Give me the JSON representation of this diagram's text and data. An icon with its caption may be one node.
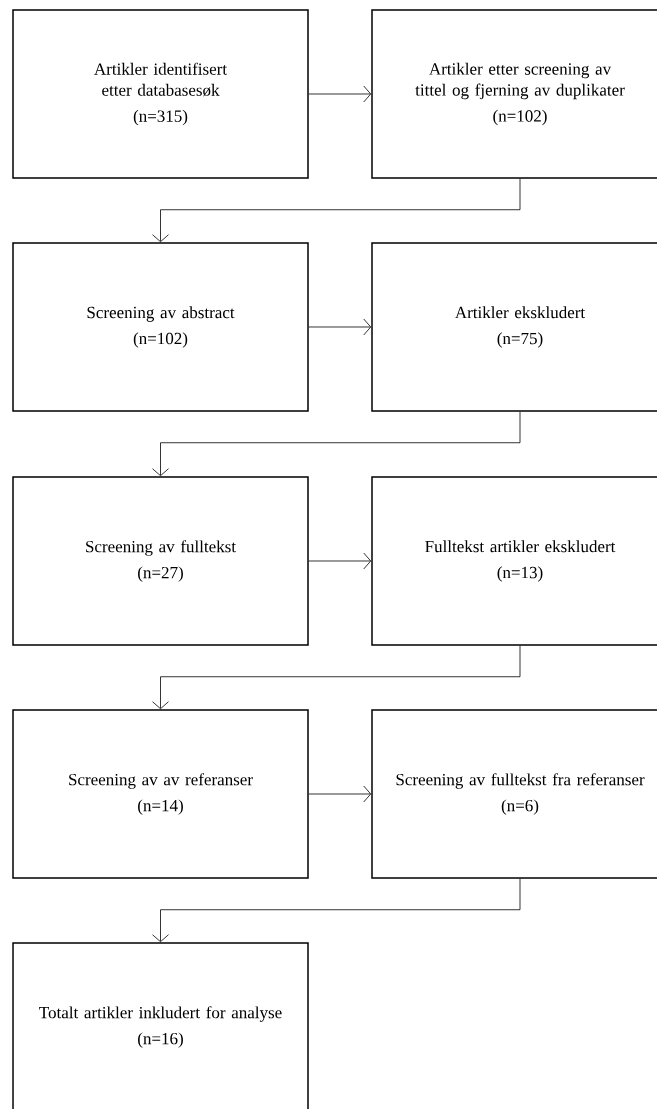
{
  "diagram": {
    "nodes": [
      {
        "text": [
          "Artikler identifisert etter databasesøk",
          "(n=315)"
        ]
      },
      {
        "text": [
          "Artikler etter screening av tittel og fjerning av duplikater",
          "(n=102)"
        ]
      },
      {
        "text": [
          "Screening av abstract",
          "(n=102)"
        ]
      },
      {
        "text": [
          "Artikler ekskludert",
          "(n=75)"
        ]
      },
      {
        "text": [
          "Screening av fulltekst",
          "(n=27)"
        ]
      },
      {
        "text": [
          "Fulltekst artikler ekskludert",
          "(n=13)"
        ]
      },
      {
        "text": [
          "Screening av av referanser",
          "(n=14)"
        ]
      },
      {
        "text": [
          "Screening av fulltekst fra referanser",
          "(n=6)"
        ]
      },
      {
        "text": [
          "Totalt artikler inkludert for analyse",
          "(n=16)"
        ]
      }
    ],
    "edges": [
      {
        "from": 0,
        "to": 1,
        "arrow": "to"
      },
      {
        "from": 1,
        "to": 2,
        "arrow": "to"
      },
      {
        "from": 2,
        "to": 3,
        "arrow": "to"
      },
      {
        "from": 3,
        "to": 4,
        "arrow": "to"
      },
      {
        "from": 4,
        "to": 5,
        "arrow": "to"
      },
      {
        "from": 5,
        "to": 6,
        "arrow": "to"
      },
      {
        "from": 6,
        "to": 7,
        "arrow": "to"
      },
      {
        "from": 7,
        "to": 8,
        "arrow": "to"
      }
    ]
  }
}
